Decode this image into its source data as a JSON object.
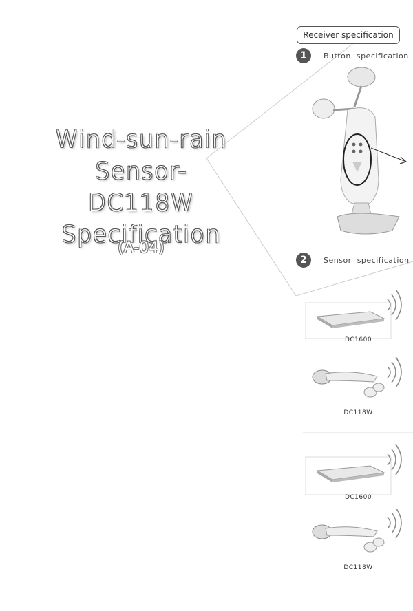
{
  "title": {
    "line1": "Wind-sun-rain Sensor-",
    "line2": "DC118W",
    "line3": "Specification",
    "code": "(A-04)"
  },
  "receiver": {
    "heading": "Receiver specification",
    "step1": {
      "num": "1",
      "label": "Button specification"
    },
    "step2": {
      "num": "2",
      "label": "Sensor specification"
    }
  },
  "sensors": [
    {
      "caption": "DC1600"
    },
    {
      "caption": "DC118W"
    },
    {
      "caption": "DC1600"
    },
    {
      "caption": "DC118W"
    }
  ]
}
